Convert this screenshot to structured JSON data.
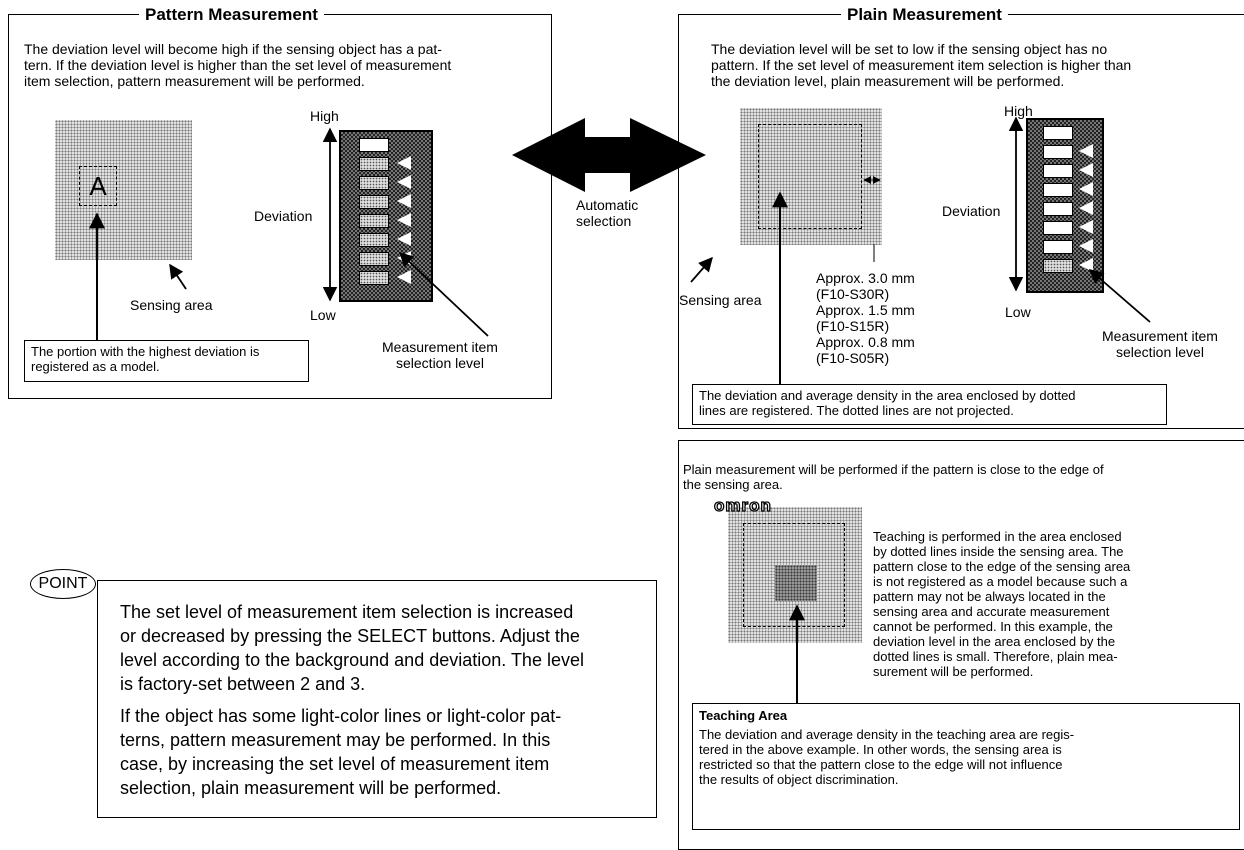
{
  "pattern": {
    "title": "Pattern Measurement",
    "desc_lines": [
      "The deviation level will become high if the sensing object has a pat-",
      "tern. If the deviation level is higher than the set level of measurement",
      "item selection, pattern measurement will be performed."
    ],
    "char": "A",
    "sensing_label": "Sensing area",
    "high": "High",
    "low": "Low",
    "deviation": "Deviation",
    "level_label": [
      "Measurement item",
      "selection level"
    ],
    "model_note": [
      "The portion with the highest deviation is",
      "registered as a model."
    ]
  },
  "auto_selection": [
    "Automatic",
    "selection"
  ],
  "plain": {
    "title": "Plain Measurement",
    "desc_lines": [
      "The deviation level will be set to low if the sensing object has no",
      "pattern. If the set level of measurement item selection is higher than",
      "the deviation level, plain measurement will be performed."
    ],
    "high": "High",
    "low": "Low",
    "deviation": "Deviation",
    "sensing_label": "Sensing area",
    "approx": [
      "Approx. 3.0 mm",
      "(F10-S30R)",
      "Approx. 1.5 mm",
      "(F10-S15R)",
      "Approx. 0.8 mm",
      "(F10-S05R)"
    ],
    "level_label": [
      "Measurement item",
      "selection level"
    ],
    "note": [
      "The deviation and average density in the area enclosed by dotted",
      "lines are registered. The dotted lines are not projected."
    ]
  },
  "edge": {
    "intro": [
      "Plain measurement will be performed if the pattern is close to the edge of",
      "the sensing area."
    ],
    "logo": "omron",
    "para": [
      "Teaching is performed in the area enclosed",
      "by dotted lines inside the sensing area. The",
      "pattern close to the edge of the sensing area",
      "is not registered as a model because such a",
      "pattern may not be always located in the",
      "sensing area and accurate measurement",
      "cannot be performed. In this example, the",
      "deviation level in the area enclosed by the",
      "dotted lines is small. Therefore, plain mea-",
      "surement will be performed."
    ],
    "teaching_title": "Teaching Area",
    "teaching_text": [
      "The deviation and average density in the teaching area are regis-",
      "tered in the above example. In other words, the sensing area is",
      "restricted so that the pattern close to the edge will not influence",
      "the results of object discrimination."
    ]
  },
  "point": {
    "label": "POINT",
    "para1": [
      "The set level of measurement item selection is increased",
      "or decreased by pressing the SELECT buttons. Adjust the",
      "level according to the background and deviation. The level",
      "is factory-set between 2 and 3."
    ],
    "para2": [
      "If the object has some light-color lines or light-color pat-",
      "terns, pattern measurement may be performed. In this",
      "case, by increasing the set level of measurement item",
      "selection, plain measurement will be performed."
    ]
  }
}
